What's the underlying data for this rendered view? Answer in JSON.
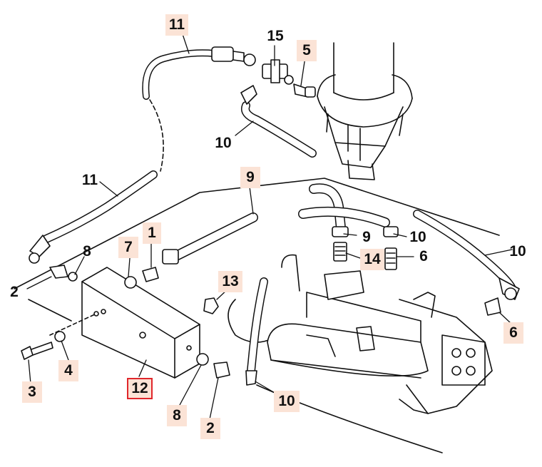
{
  "callouts": {
    "c11_top": "11",
    "c15": "15",
    "c5": "5",
    "c10_upper": "10",
    "c11_mid": "11",
    "c9_top": "9",
    "c9_center": "9",
    "c10_center": "10",
    "c10_right": "10",
    "c14": "14",
    "c6_center": "6",
    "c7": "7",
    "c1": "1",
    "c8_left": "8",
    "c2_left": "2",
    "c13": "13",
    "c6_right": "6",
    "c4": "4",
    "c3": "3",
    "c12": "12",
    "c8_bottom": "8",
    "c2_bottom": "2",
    "c10_bottom": "10"
  },
  "colors": {
    "highlight": "#fbe3d6",
    "selected_border": "#e0262b",
    "ink": "#111111"
  }
}
